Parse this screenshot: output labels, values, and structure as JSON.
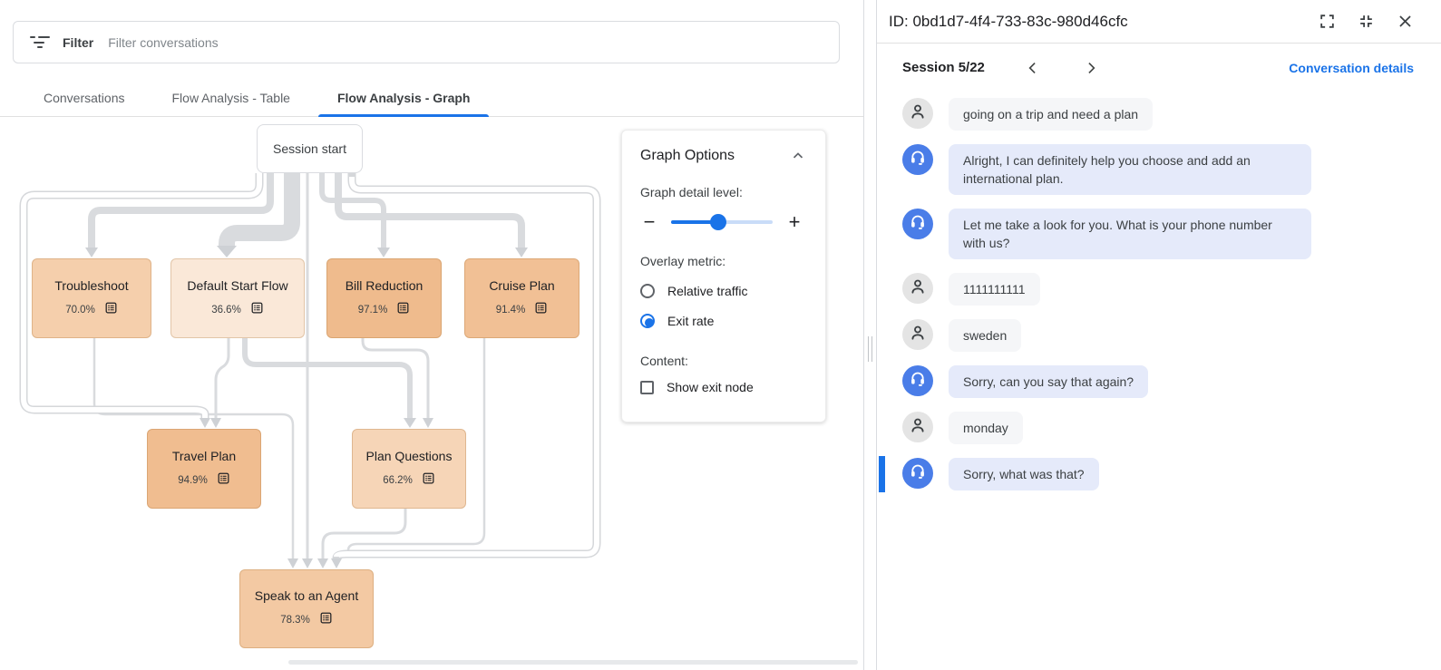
{
  "colors": {
    "accent": "#1a73e8",
    "link": "#1a73e8",
    "edge": "#d9dbde",
    "arrow": "#ced1d5",
    "agent_avatar": "#4a7de8",
    "user_avatar": "#e4e4e4",
    "agent_bubble": "#e5eafa",
    "user_bubble": "#f5f6f8"
  },
  "filter_bar": {
    "label": "Filter",
    "placeholder": "Filter conversations"
  },
  "tabs": [
    {
      "label": "Conversations",
      "active": false
    },
    {
      "label": "Flow Analysis - Table",
      "active": false
    },
    {
      "label": "Flow Analysis - Graph",
      "active": true
    }
  ],
  "graph": {
    "start_label": "Session start",
    "nodes": [
      {
        "label": "Troubleshoot",
        "exit_rate": "70.0%",
        "fill": "#f5cfac"
      },
      {
        "label": "Default Start Flow",
        "exit_rate": "36.6%",
        "fill": "#fae8d8"
      },
      {
        "label": "Bill Reduction",
        "exit_rate": "97.1%",
        "fill": "#efbb8d"
      },
      {
        "label": "Cruise Plan",
        "exit_rate": "91.4%",
        "fill": "#f1c095"
      },
      {
        "label": "Travel Plan",
        "exit_rate": "94.9%",
        "fill": "#f0bd90"
      },
      {
        "label": "Plan Questions",
        "exit_rate": "66.2%",
        "fill": "#f6d5b7"
      },
      {
        "label": "Speak to an Agent",
        "exit_rate": "78.3%",
        "fill": "#f3c9a3"
      }
    ]
  },
  "graph_options": {
    "title": "Graph Options",
    "detail_label": "Graph detail level:",
    "detail_level_percent": 46,
    "overlay_label": "Overlay metric:",
    "radios": [
      {
        "label": "Relative traffic",
        "selected": false
      },
      {
        "label": "Exit rate",
        "selected": true
      }
    ],
    "content_label": "Content:",
    "checkbox_label": "Show exit node",
    "checkbox_checked": false
  },
  "detail_panel": {
    "id_title": "ID: 0bd1d7-4f4-733-83c-980d46cfc",
    "session_label": "Session 5/22",
    "details_link": "Conversation details",
    "messages": [
      {
        "role": "user",
        "text": "going on a trip and need a plan"
      },
      {
        "role": "agent",
        "text": "Alright, I can definitely help you choose and add an international plan.",
        "wide": true
      },
      {
        "role": "agent",
        "text": "Let me take a look for you. What is your phone number with us?",
        "wide": true
      },
      {
        "role": "user",
        "text": "1111111111"
      },
      {
        "role": "user",
        "text": "sweden"
      },
      {
        "role": "agent",
        "text": "Sorry, can you say that again?"
      },
      {
        "role": "user",
        "text": "monday"
      },
      {
        "role": "agent",
        "text": "Sorry, what was that?",
        "selected": true
      }
    ]
  }
}
